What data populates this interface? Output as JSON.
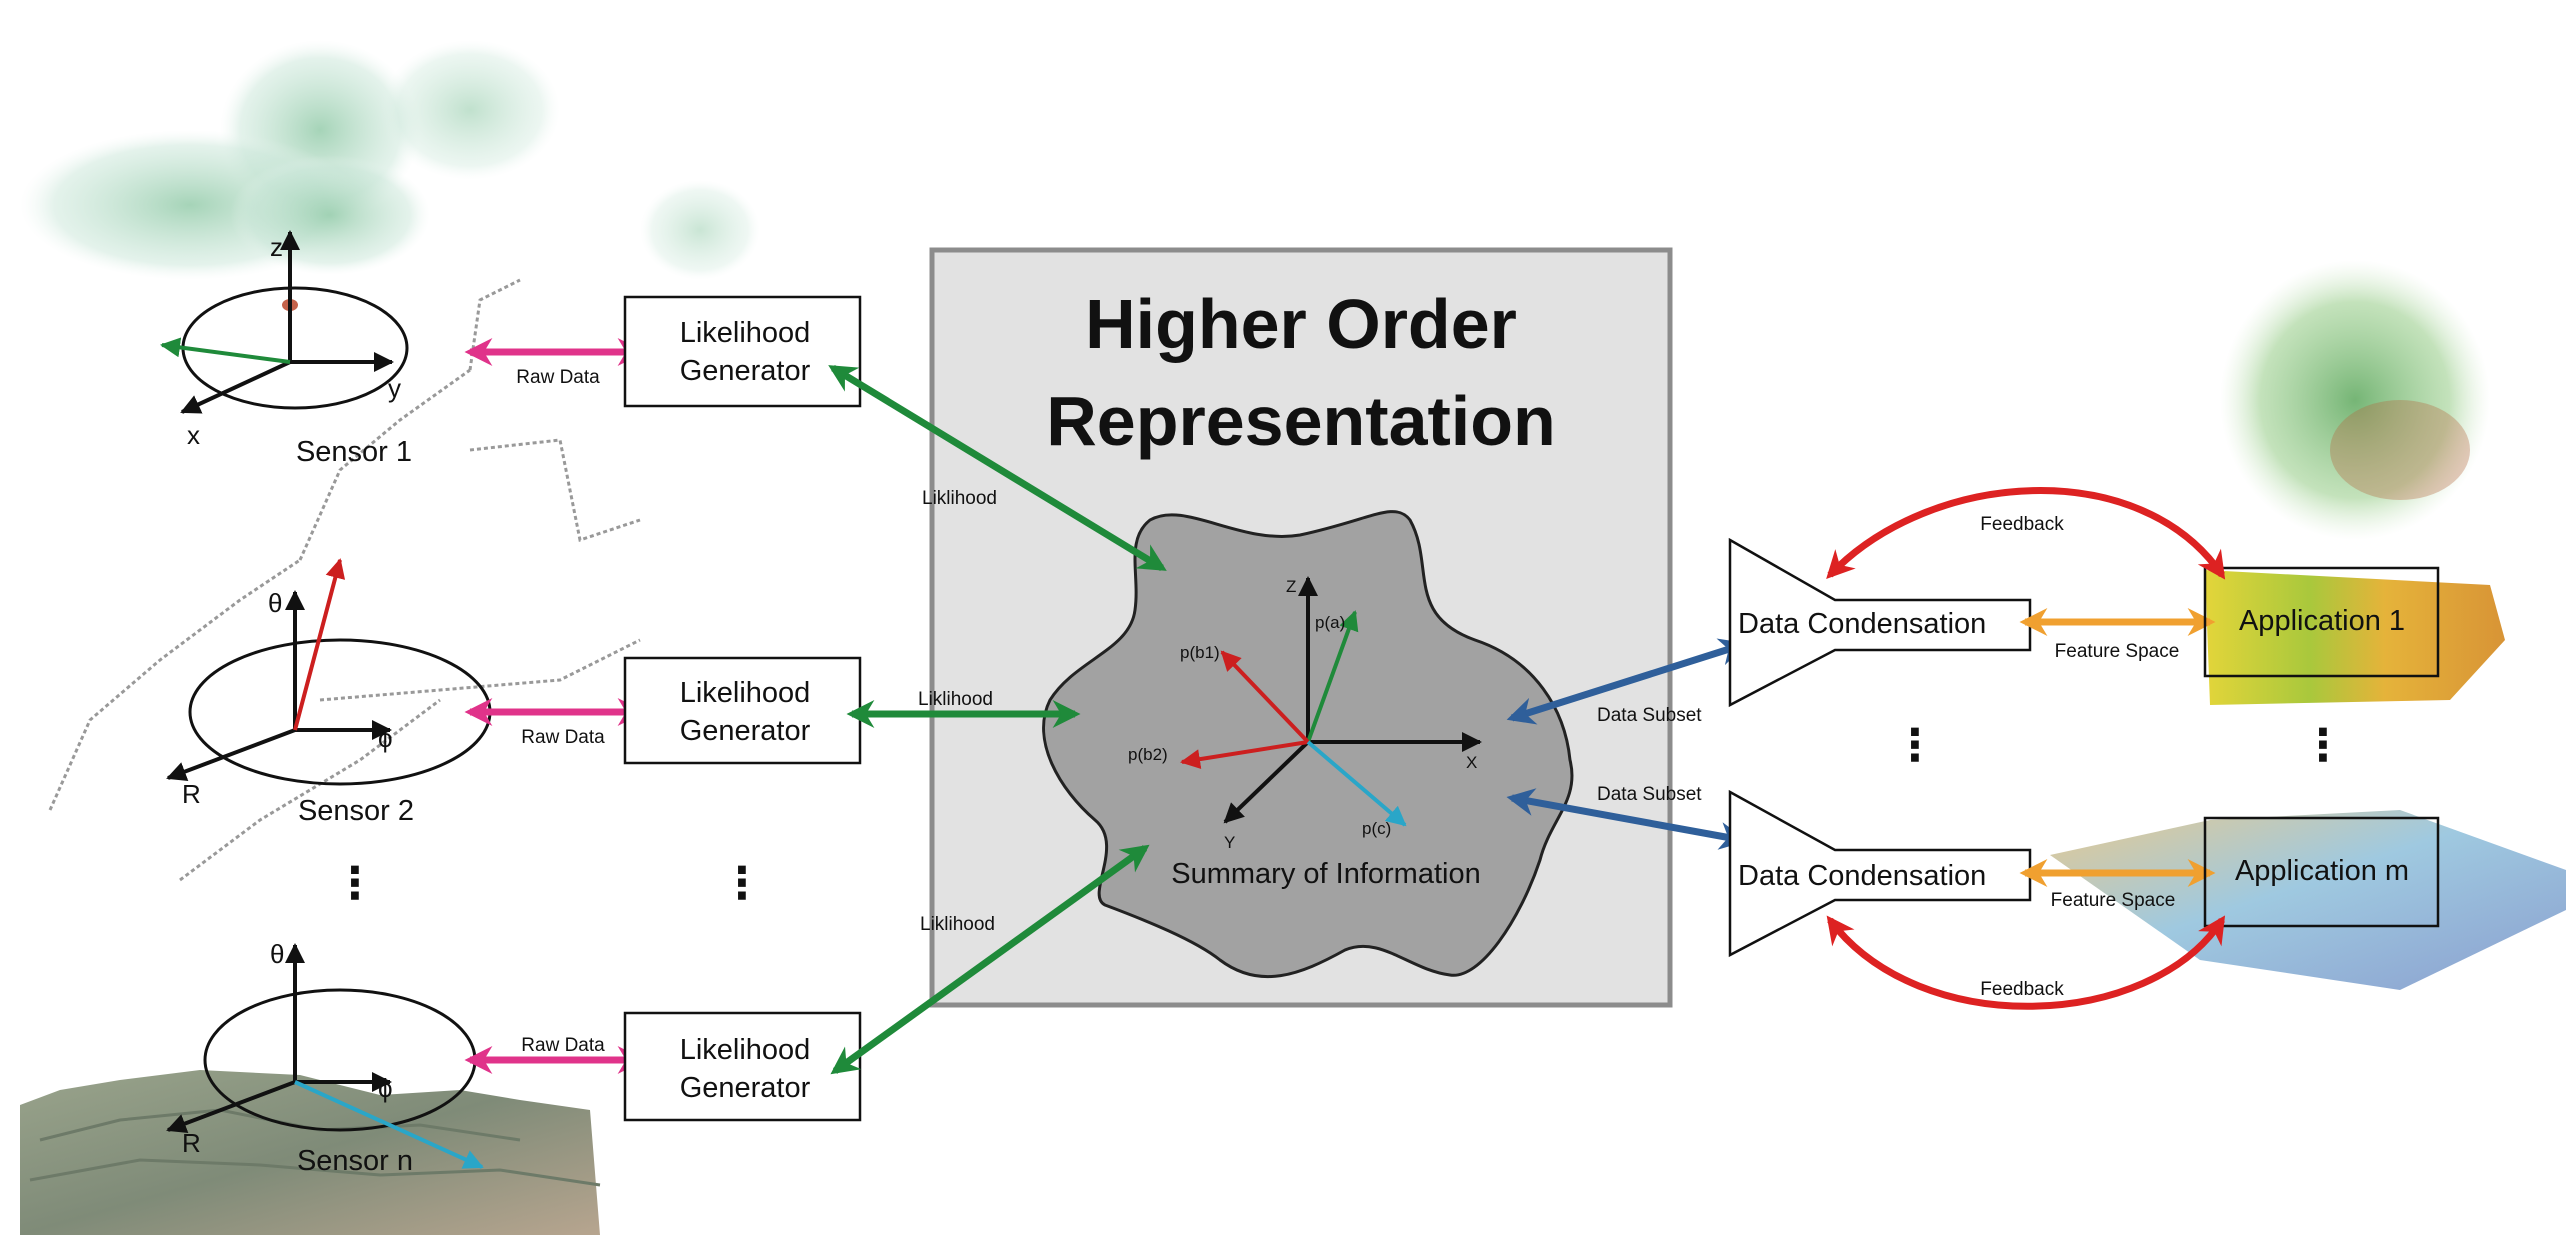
{
  "title_line1": "Higher Order",
  "title_line2": "Representation",
  "summary_label": "Summary of Information",
  "sensors": [
    {
      "name": "Sensor 1",
      "axes": [
        "z",
        "y",
        "x"
      ]
    },
    {
      "name": "Sensor 2",
      "axes": [
        "θ",
        "ϕ",
        "R"
      ]
    },
    {
      "name": "Sensor n",
      "axes": [
        "θ",
        "ϕ",
        "R"
      ]
    }
  ],
  "likelihood_generator": {
    "line1": "Likelihood",
    "line2": "Generator"
  },
  "raw_data_label": "Raw Data",
  "likelihood_labels": [
    "Liklihood",
    "Liklihood",
    "Liklihood"
  ],
  "rep_axes": {
    "z": "Z",
    "x": "X",
    "y": "Y"
  },
  "probabilities": [
    "p(a)",
    "p(b1)",
    "p(b2)",
    "p(c)"
  ],
  "data_subset_label": "Data Subset",
  "condensation_label": "Data Condensation",
  "feature_space_label": "Feature Space",
  "feedback_label": "Feedback",
  "applications": [
    "Application 1",
    "Application m"
  ],
  "ellipsis": "⋮",
  "colors": {
    "raw_data_arrow": "#e0338a",
    "likelihood_arrow": "#1f8a3a",
    "subset_arrow": "#2f5f9a",
    "feature_arrow": "#f0a030",
    "feedback_arrow": "#dd2222",
    "panel_fill": "#e2e2e2",
    "blob_fill": "#a2a2a2"
  }
}
